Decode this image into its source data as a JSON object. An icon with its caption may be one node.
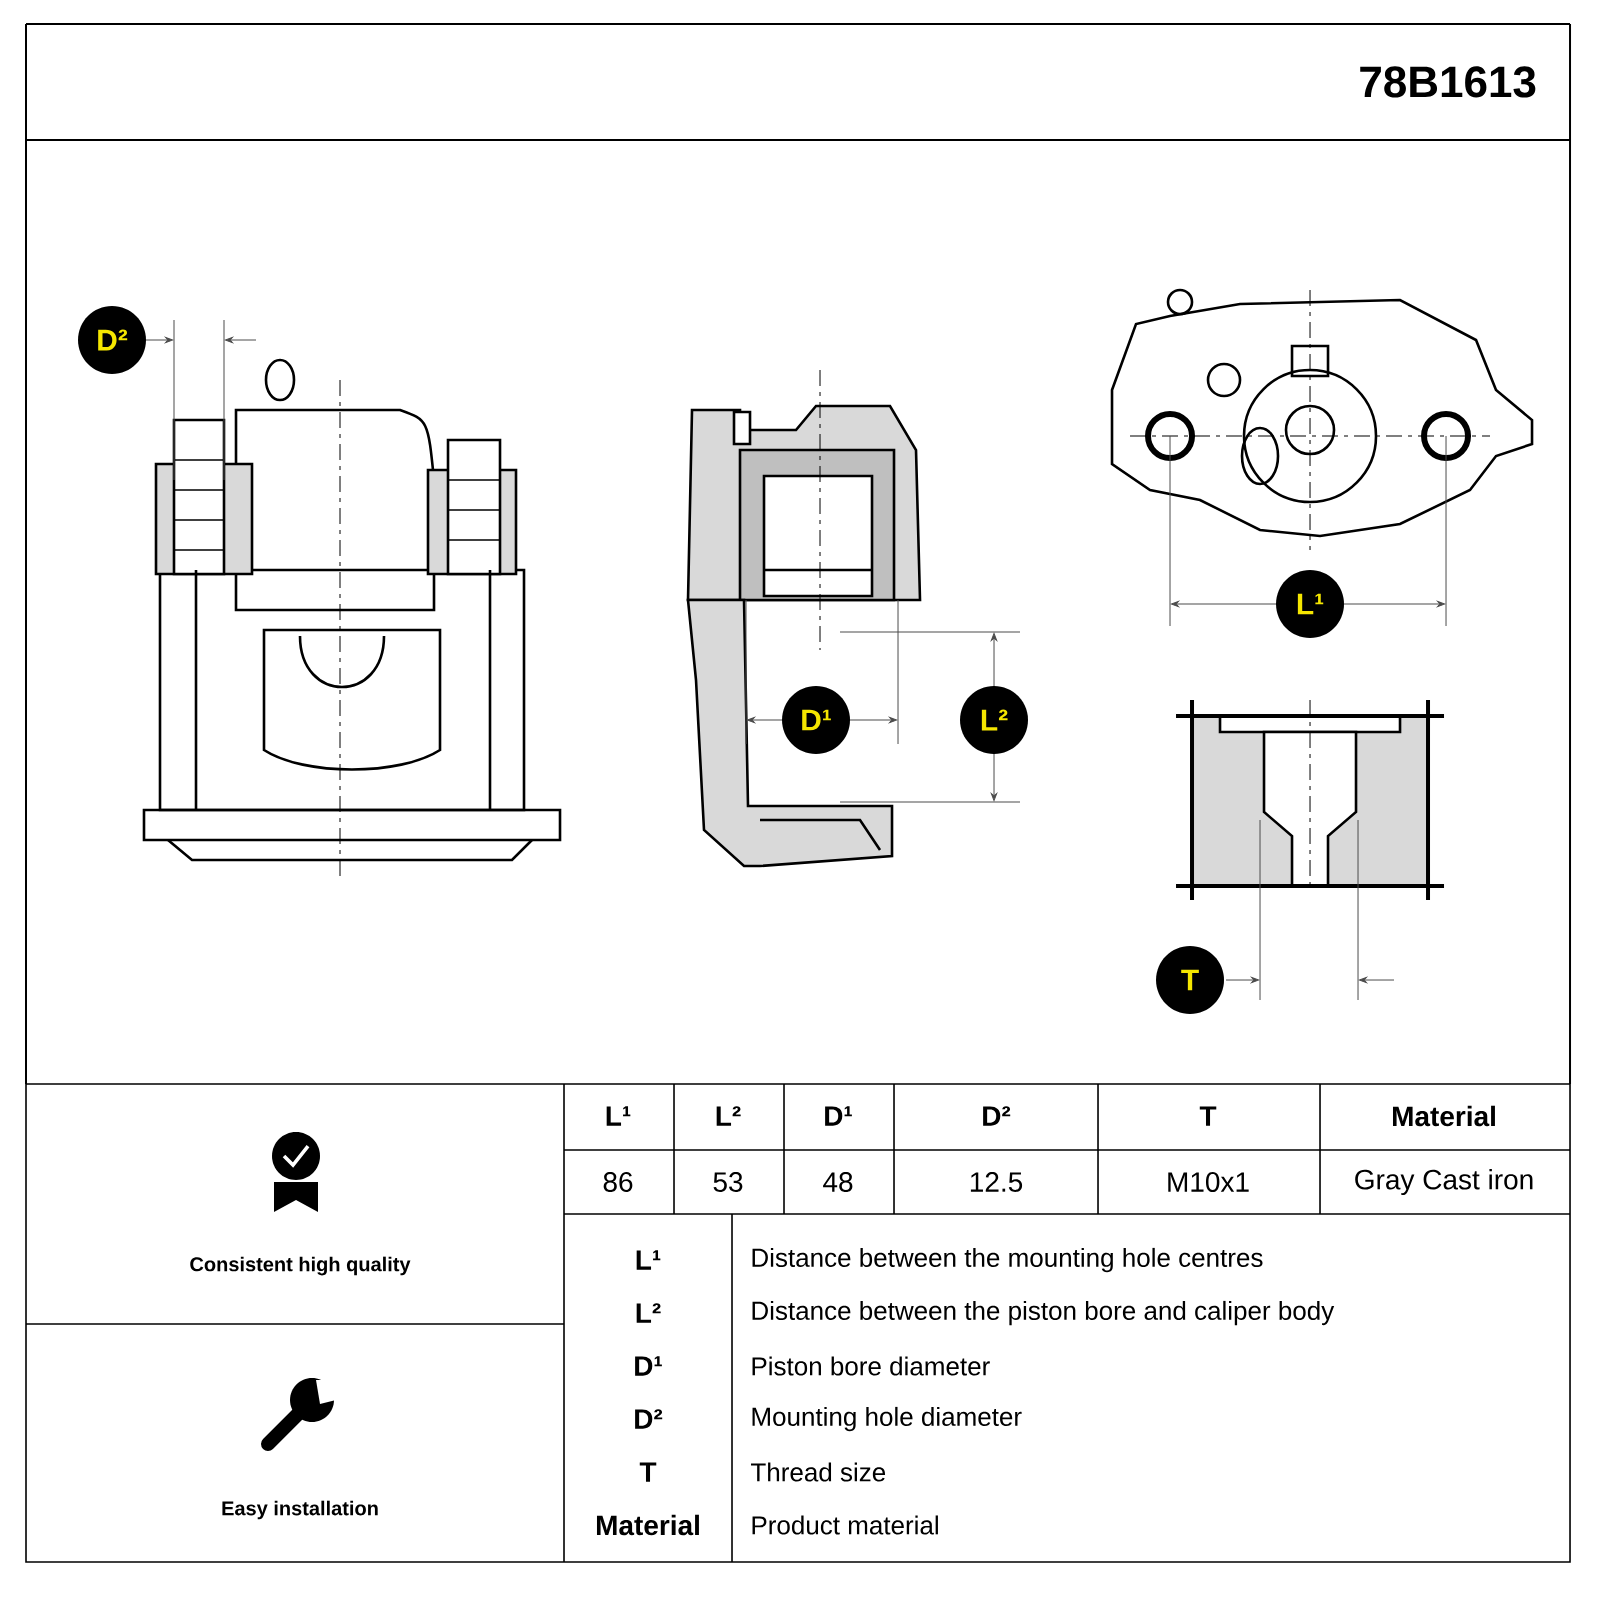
{
  "diagram": {
    "title": "78B1613",
    "nodes": [
      {
        "text": [
          "D²"
        ]
      },
      {
        "text": [
          "L¹"
        ]
      },
      {
        "text": [
          "D¹"
        ]
      },
      {
        "text": [
          "L²"
        ]
      },
      {
        "text": [
          "T"
        ]
      }
    ],
    "labels": [
      "L¹",
      "L²",
      "D¹",
      "D²",
      "T",
      "Material",
      "86",
      "53",
      "48",
      "12.5",
      "M10x1",
      "Gray Cast iron",
      "Consistent high quality",
      "Easy installation",
      "L¹",
      "Distance between the mounting hole centres",
      "L²",
      "Distance between the piston bore and caliper body",
      "D¹",
      "Piston bore diameter",
      "D²",
      "Mounting hole diameter",
      "T",
      "Thread size",
      "Material",
      "Product material"
    ]
  }
}
